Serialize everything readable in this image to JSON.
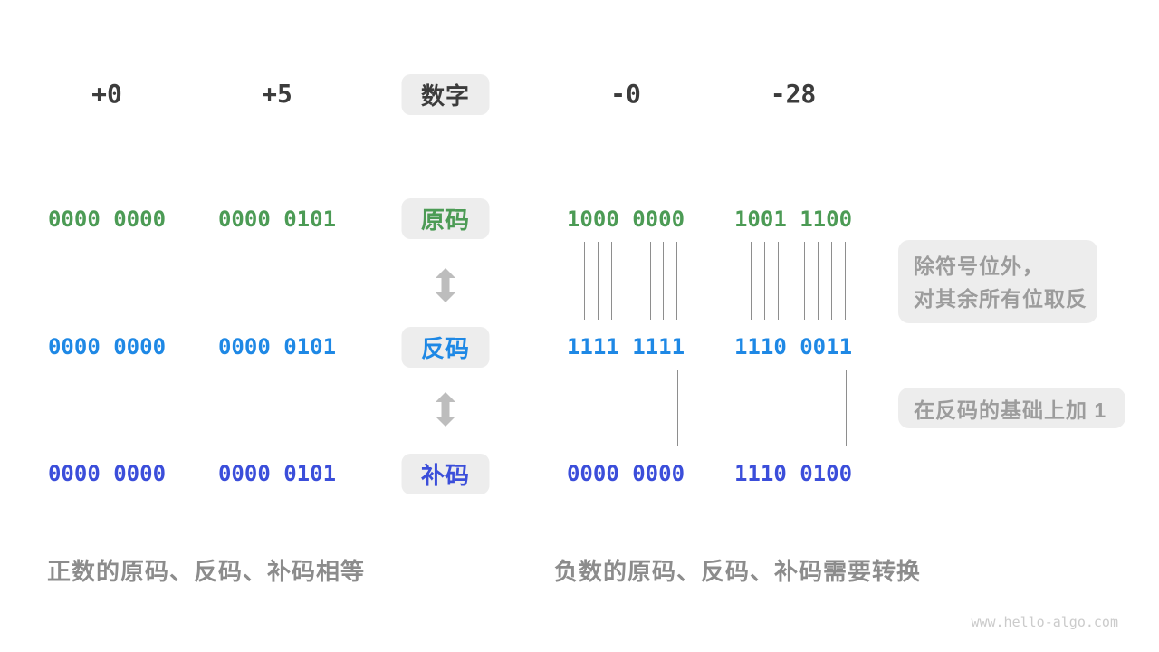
{
  "colors": {
    "dark": "#3C3C3C",
    "green": "#4C9B55",
    "blue": "#1E88E5",
    "indigo": "#3B4EDA",
    "caption-gray": "#8C8C8C",
    "note-gray": "#9C9C9C",
    "chip-bg": "#EDEDED",
    "arrow-gray": "#BDBDBD",
    "line-gray": "#8E8E8E",
    "watermark-gray": "#CBCBCB"
  },
  "header": {
    "chip_label": "数字",
    "values": [
      "+0",
      "+5",
      "-0",
      "-28"
    ]
  },
  "rows": {
    "sign_magnitude": {
      "label": "原码",
      "values": [
        "0000 0000",
        "0000 0101",
        "1000 0000",
        "1001 1100"
      ]
    },
    "ones_complement": {
      "label": "反码",
      "values": [
        "0000 0000",
        "0000 0101",
        "1111 1111",
        "1110 0011"
      ]
    },
    "twos_complement": {
      "label": "补码",
      "values": [
        "0000 0000",
        "0000 0101",
        "0000 0000",
        "1110 0100"
      ]
    }
  },
  "annotations": {
    "invert_note_line1": "除符号位外，",
    "invert_note_line2": "对其余所有位取反",
    "add_one_note": "在反码的基础上加 1"
  },
  "captions": {
    "positive": "正数的原码、反码、补码相等",
    "negative": "负数的原码、反码、补码需要转换"
  },
  "watermark": "www.hello-algo.com"
}
